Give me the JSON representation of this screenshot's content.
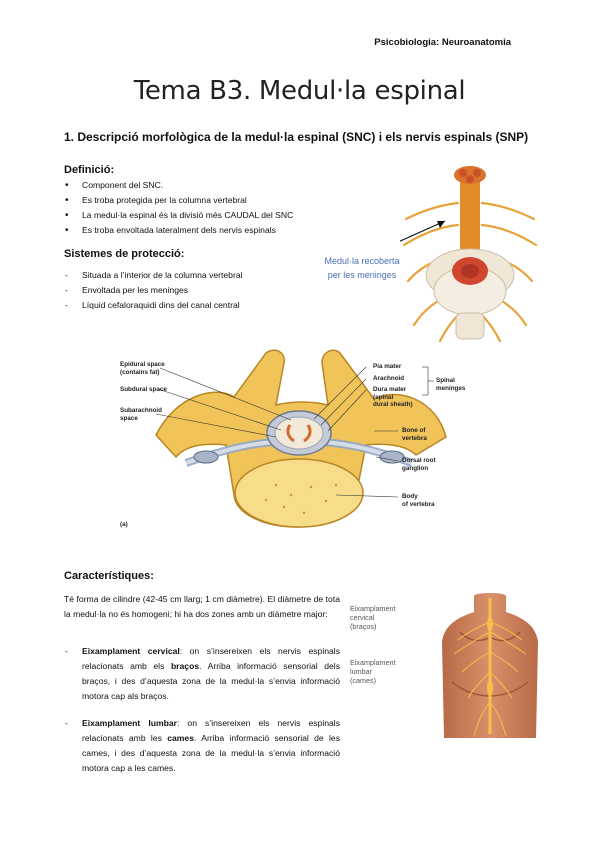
{
  "header": {
    "subject": "Psicobiologia: Neuroanatomia"
  },
  "title": "Tema B3. Medul·la espinal",
  "section1": {
    "heading": "1. Descripció morfològica de la medul·la espinal (SNC) i els nervis espinals (SNP)",
    "definicio": {
      "heading": "Definició:",
      "items": [
        "Component del SNC.",
        "Es troba protegida per la columna vertebral",
        "La medul·la espinal és la divisió més CAUDAL del SNC",
        "Es troba envoltada lateralment dels nervis espinals"
      ]
    },
    "sistemes": {
      "heading": "Sistemes de protecció:",
      "items": [
        "Situada a l’interior de la columna vertebral",
        "Envoltada per les meninges",
        "Líquid cefaloraquidi dins del canal central"
      ]
    },
    "spine_caption": [
      "Medul·la recoberta",
      "per les meninges"
    ]
  },
  "cross_section": {
    "left_labels": [
      "Epidural space",
      "(contains fat)",
      "Subdural space",
      "Subarachnoid",
      "space"
    ],
    "right_labels": [
      "Pia mater",
      "Arachnoid",
      "Dura mater",
      "(spinal",
      "dural sheath)",
      "Spinal meninges",
      "Bone of",
      "vertebra",
      "Dorsal root",
      "ganglion",
      "Body",
      "of vertebra"
    ],
    "panel": "(a)"
  },
  "caracteristiques": {
    "heading": "Característiques:",
    "intro": "Té forma de cilindre (42-45 cm llarg; 1 cm diàmetre). El diàmetre de tota la medul·la no és homogeni; hi ha dos zones amb un diàmetre major:",
    "cervical": {
      "term": "Eixamplament cervical",
      "text1": ": on s’insereixen els nervis espinals relacionats amb els ",
      "bold2": "braços",
      "text2": ". Arriba informació sensorial dels braços, i des d’aquesta zona de la medul·la s’envia informació motora cap als braços."
    },
    "lumbar": {
      "term": "Eixamplament lumbar",
      "text1": ": on s’insereixen els nervis espinals relacionats amb les ",
      "bold2": "cames",
      "text2": ". Arriba informació sensorial de les cames, i des d’aquesta zona de la medul·la s’envia informació motora cap a les cames."
    },
    "back_labels": {
      "cervical": [
        "Eixamplament",
        "cervical",
        "(braços)"
      ],
      "lumbar": [
        "Eixamplament",
        "lumbar",
        "(cames)"
      ]
    }
  }
}
